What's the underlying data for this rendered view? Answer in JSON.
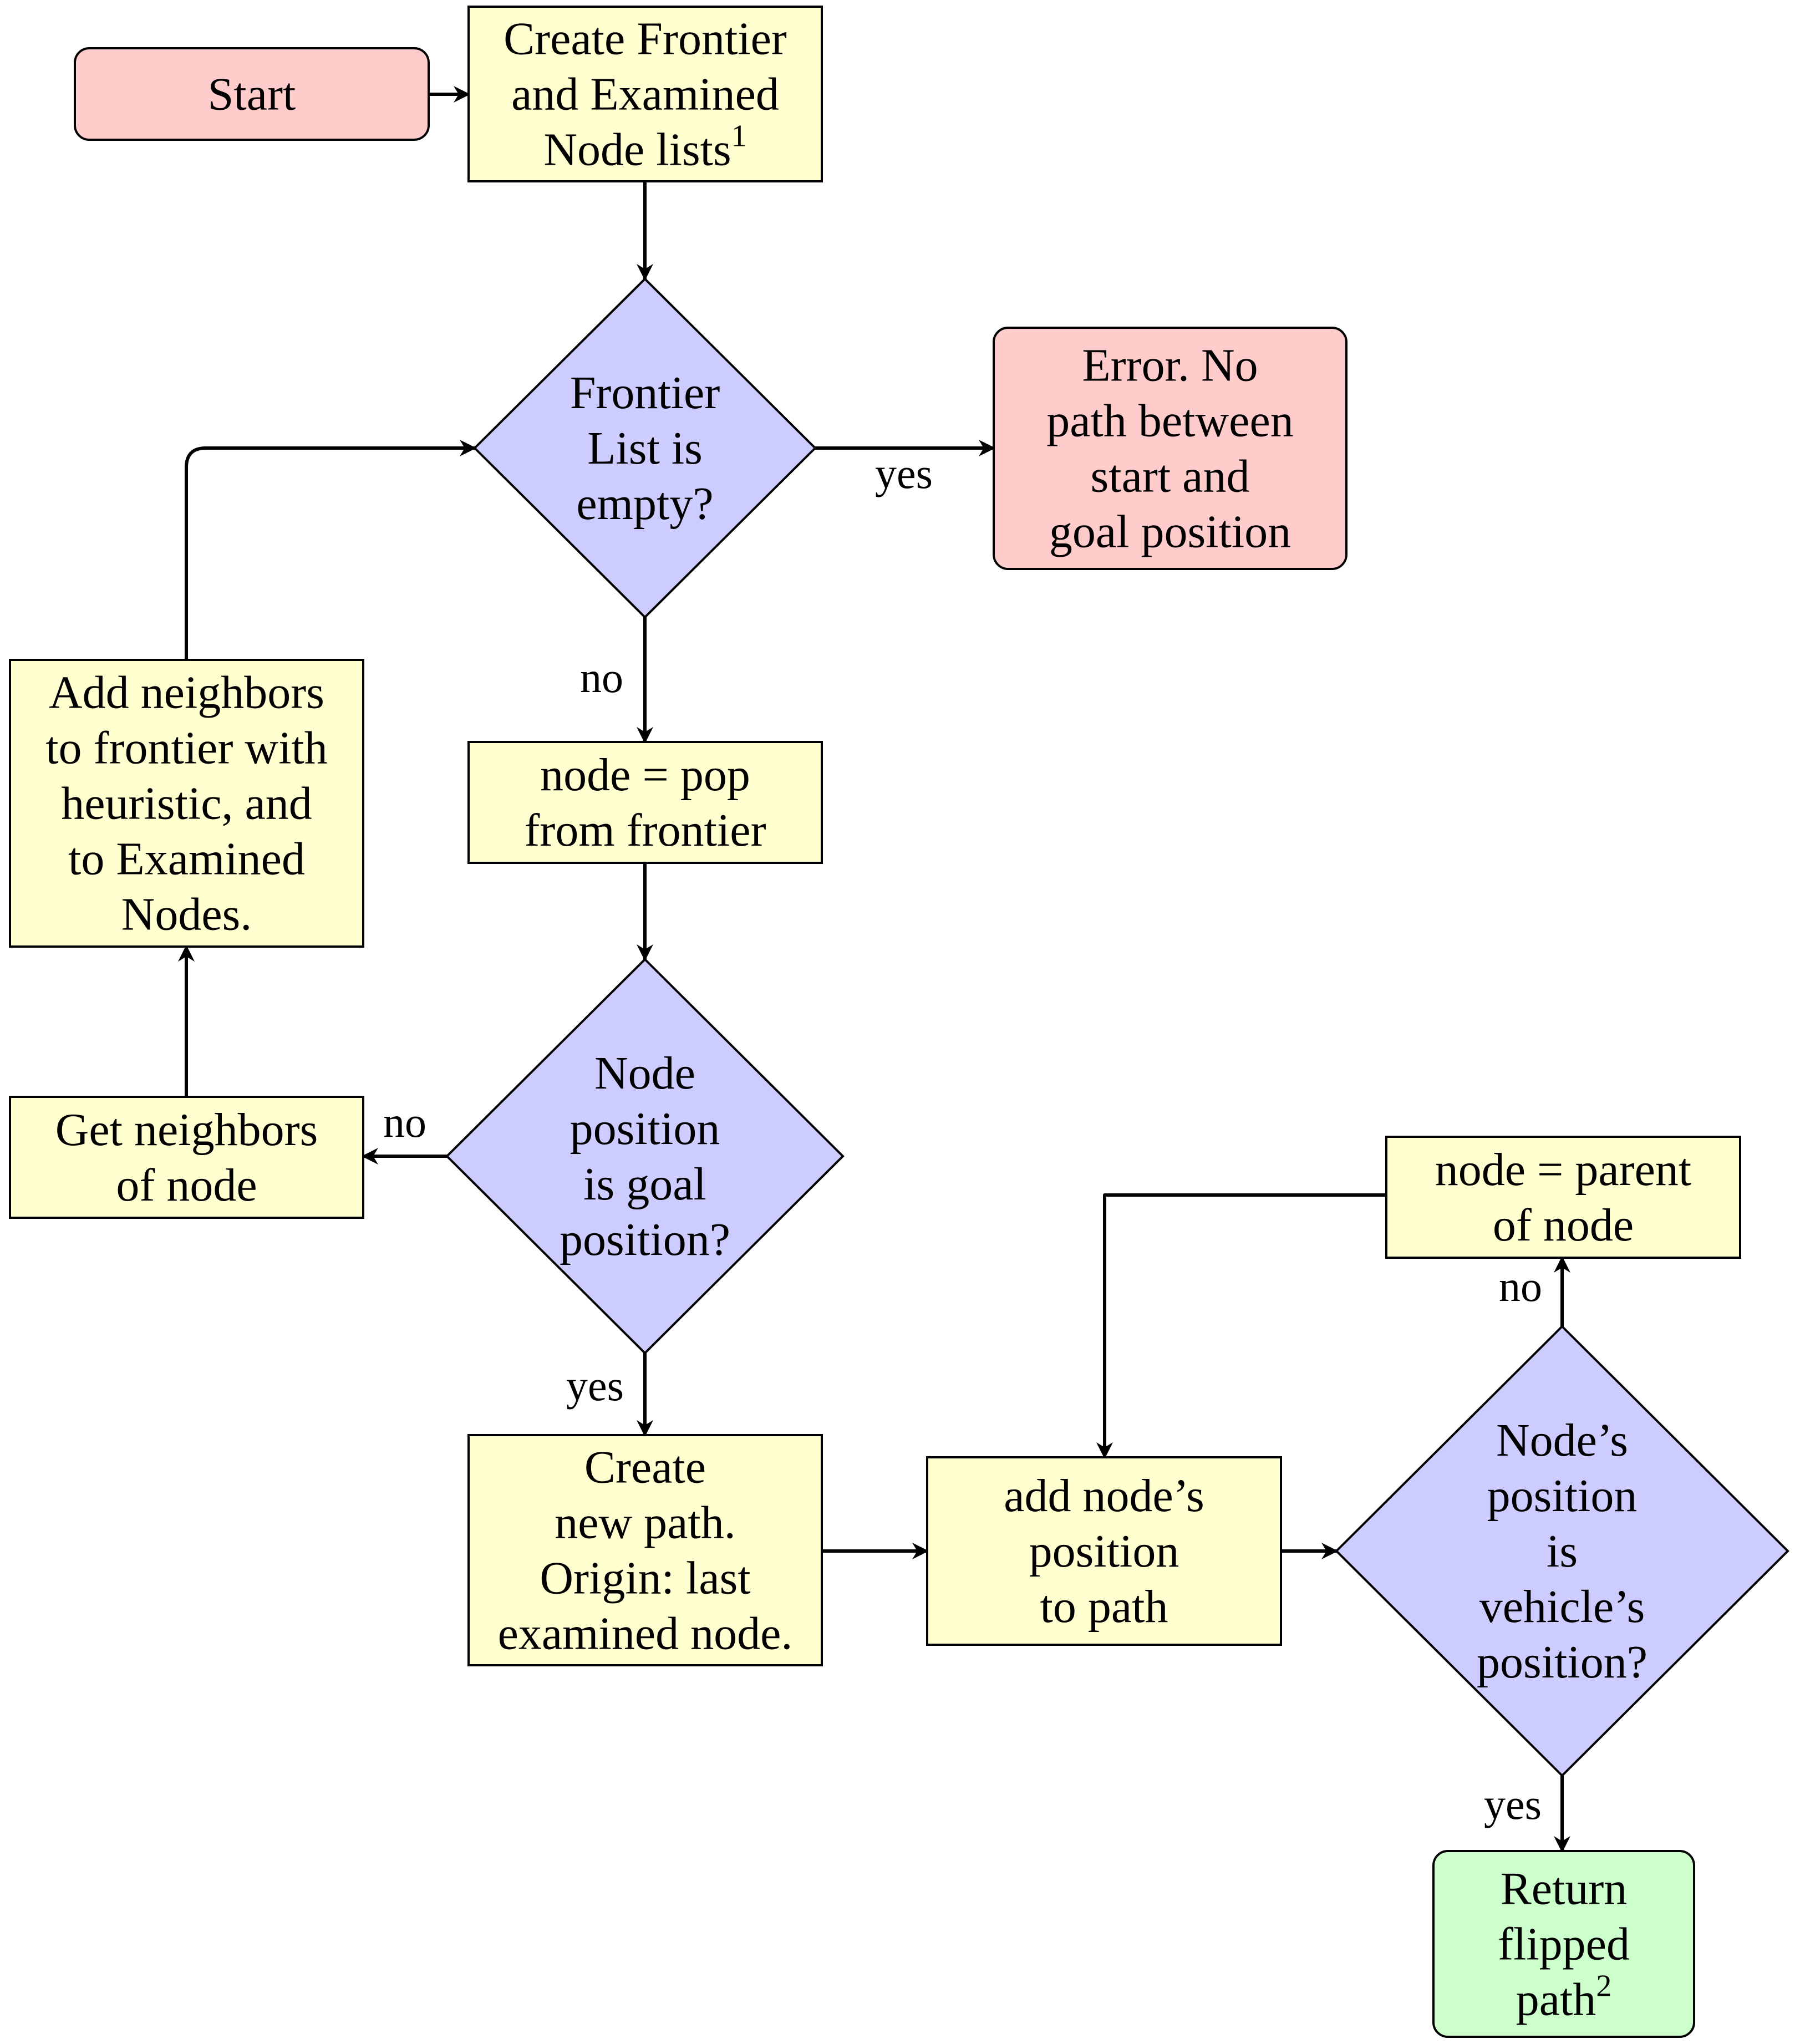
{
  "diagram": {
    "nodes": {
      "start": {
        "lines": [
          "Start"
        ]
      },
      "create_lists": {
        "lines": [
          "Create Frontier",
          "and Examined",
          "Node lists"
        ],
        "footnote": "1"
      },
      "frontier_empty": {
        "lines": [
          "Frontier",
          "List is",
          "empty?"
        ]
      },
      "error": {
        "lines": [
          "Error.  No",
          "path between",
          "start and",
          "goal position"
        ]
      },
      "pop": {
        "lines": [
          "node = pop",
          "from frontier"
        ]
      },
      "add_neighbors": {
        "lines": [
          "Add neighbors",
          "to frontier with",
          "heuristic, and",
          "to Examined",
          "Nodes."
        ]
      },
      "is_goal": {
        "lines": [
          "Node",
          "position",
          "is goal",
          "position?"
        ]
      },
      "get_neighbors": {
        "lines": [
          "Get neighbors",
          "of node"
        ]
      },
      "create_path": {
        "lines": [
          "Create",
          "new path.",
          "Origin:  last",
          "examined node."
        ]
      },
      "add_pos": {
        "lines": [
          "add node’s",
          "position",
          "to path"
        ]
      },
      "is_vehicle": {
        "lines": [
          "Node’s",
          "position",
          "is",
          "vehicle’s",
          "position?"
        ]
      },
      "parent": {
        "lines": [
          "node = parent",
          "of node"
        ]
      },
      "return": {
        "lines": [
          "Return",
          "flipped",
          "path"
        ],
        "footnote": "2"
      }
    },
    "edge_labels": {
      "frontier_yes": "yes",
      "frontier_no": "no",
      "goal_no": "no",
      "goal_yes": "yes",
      "vehicle_no": "no",
      "vehicle_yes": "yes"
    }
  }
}
